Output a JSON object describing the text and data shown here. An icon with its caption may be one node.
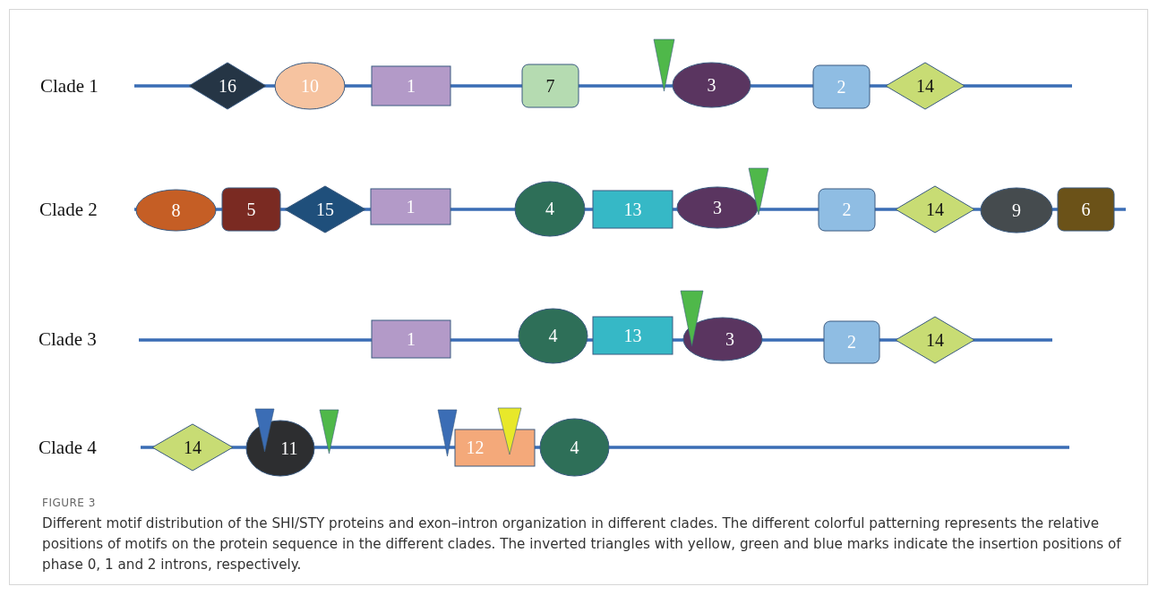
{
  "diagram": {
    "title": "FIGURE 3",
    "caption": "Different motif distribution of the SHI/STY proteins and exon–intron organization in different clades. The different colorful patterning represents the relative positions of motifs on the protein sequence in the different clades. The inverted triangles with yellow, green and blue marks indicate the insertion positions of phase 0, 1 and 2 introns, respectively.",
    "nodes": [
      {
        "text": [
          "16"
        ]
      },
      {
        "text": [
          "10"
        ]
      },
      {
        "text": [
          "1"
        ]
      },
      {
        "text": [
          "7"
        ]
      },
      {
        "text": [],
        "shape": "triangle"
      },
      {
        "text": [
          "3"
        ]
      },
      {
        "text": [
          "2"
        ]
      },
      {
        "text": [
          "14"
        ]
      },
      {
        "text": [
          "8"
        ]
      },
      {
        "text": [
          "5"
        ]
      },
      {
        "text": [
          "15"
        ]
      },
      {
        "text": [
          "1"
        ]
      },
      {
        "text": [
          "4"
        ]
      },
      {
        "text": [
          "13"
        ]
      },
      {
        "text": [
          "3"
        ]
      },
      {
        "text": [],
        "shape": "triangle"
      },
      {
        "text": [
          "2"
        ]
      },
      {
        "text": [
          "14"
        ]
      },
      {
        "text": [
          "9"
        ]
      },
      {
        "text": [
          "6"
        ]
      },
      {
        "text": [
          "1"
        ]
      },
      {
        "text": [
          "4"
        ]
      },
      {
        "text": [
          "13"
        ]
      },
      {
        "text": [],
        "shape": "triangle"
      },
      {
        "text": [
          "3"
        ]
      },
      {
        "text": [
          "2"
        ]
      },
      {
        "text": [
          "14"
        ]
      },
      {
        "text": [
          "14"
        ]
      },
      {
        "text": [
          "11"
        ]
      },
      {
        "text": [],
        "shape": "triangle"
      },
      {
        "text": [],
        "shape": "triangle"
      },
      {
        "text": [],
        "shape": "triangle"
      },
      {
        "text": [
          "12"
        ]
      },
      {
        "text": [],
        "shape": "triangle"
      },
      {
        "text": [
          "4"
        ]
      }
    ],
    "labels": [
      "Clade 1",
      "Clade 2",
      "Clade 3",
      "Clade 4"
    ]
  }
}
